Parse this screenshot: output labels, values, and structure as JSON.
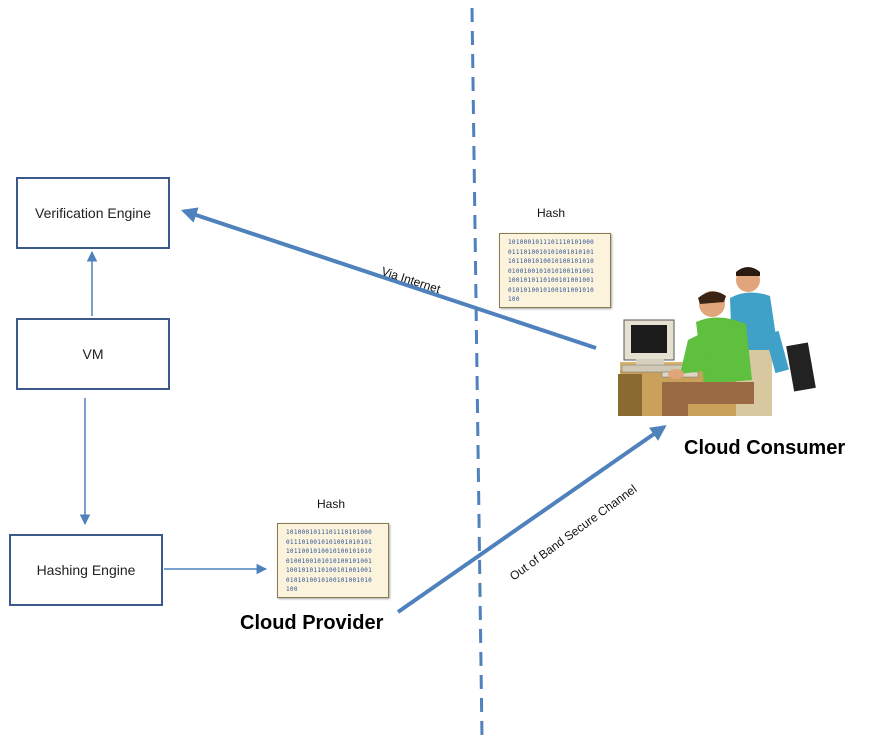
{
  "boxes": {
    "verification": "Verification Engine",
    "vm": "VM",
    "hashing": "Hashing Engine"
  },
  "labels": {
    "hash_top": "Hash",
    "hash_bottom": "Hash",
    "via_internet": "Via Internet",
    "out_of_band": "Out of Band Secure Channel",
    "cloud_provider": "Cloud Provider",
    "cloud_consumer": "Cloud Consumer"
  },
  "hash_lines": [
    "1010001011101110101000",
    "0111010010101001010101",
    "1011001010010100101010",
    "0100100101010100101001",
    "1001010110100101001001",
    "0101010010100101001010",
    "100"
  ],
  "colors": {
    "arrow": "#4f81bd",
    "divider": "#4f81bd",
    "box_border": "#3a5a8c"
  },
  "icons": {
    "hash_document": "hash-document-icon",
    "consumer_clipart": "cloud-consumer-clipart"
  }
}
